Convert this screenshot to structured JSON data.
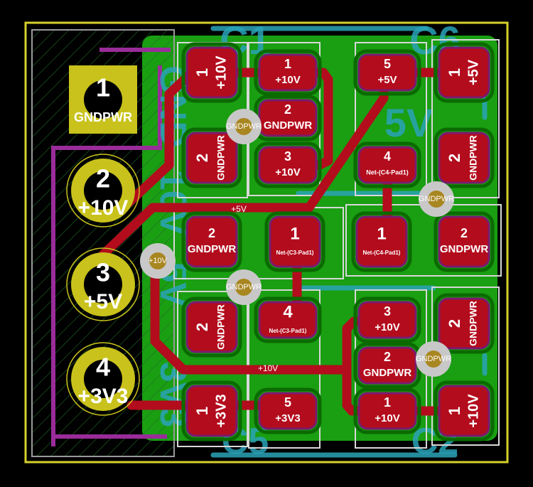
{
  "colors": {
    "background": "#000000",
    "board_edge": "#d6d12a",
    "copper_fill": "#1a9e12",
    "trace": "#b30c1d",
    "pad_outline": "#7a1a70",
    "silkscreen": "#2aa3b8",
    "connector_pad": "#c9c21c",
    "via": "#c8c8c8"
  },
  "connector": {
    "pins": [
      {
        "num": "1",
        "net": "GNDPWR",
        "shape": "square"
      },
      {
        "num": "2",
        "net": "+10V",
        "shape": "round"
      },
      {
        "num": "3",
        "net": "+5V",
        "shape": "round"
      },
      {
        "num": "4",
        "net": "+3V3",
        "shape": "round"
      }
    ]
  },
  "pads": [
    {
      "num": "1",
      "net": "+10V"
    },
    {
      "num": "2",
      "net": "GNDPWR"
    },
    {
      "num": "1",
      "net": "+10V"
    },
    {
      "num": "2",
      "net": "GNDPWR"
    },
    {
      "num": "3",
      "net": "+10V"
    },
    {
      "num": "5",
      "net": "+5V"
    },
    {
      "num": "4",
      "net": "Net-(C4-Pad1)"
    },
    {
      "num": "1",
      "net": "+5V"
    },
    {
      "num": "2",
      "net": "GNDPWR"
    },
    {
      "num": "2",
      "net": "GNDPWR"
    },
    {
      "num": "1",
      "net": "Net-(C3-Pad1)"
    },
    {
      "num": "1",
      "net": "Net-(C4-Pad1)"
    },
    {
      "num": "2",
      "net": "GNDPWR"
    },
    {
      "num": "2",
      "net": "GNDPWR"
    },
    {
      "num": "4",
      "net": "Net-(C3-Pad1)"
    },
    {
      "num": "3",
      "net": "+10V"
    },
    {
      "num": "2",
      "net": "GNDPWR"
    },
    {
      "num": "2",
      "net": "GNDPWR"
    },
    {
      "num": "1",
      "net": "+3V3"
    },
    {
      "num": "5",
      "net": "+3V3"
    },
    {
      "num": "1",
      "net": "+10V"
    },
    {
      "num": "1",
      "net": "+10V"
    }
  ],
  "vias": [
    {
      "net": "GNDPWR"
    },
    {
      "net": "GNDPWR"
    },
    {
      "net": "+10V"
    },
    {
      "net": "GNDPWR"
    },
    {
      "net": "GNDPWR"
    }
  ],
  "trace_labels": [
    "+5V",
    "+10V"
  ],
  "silkscreen": [
    "C1",
    "C6",
    "C5",
    "C2",
    "GND",
    "10V",
    "5V",
    "3V3",
    "5V"
  ]
}
